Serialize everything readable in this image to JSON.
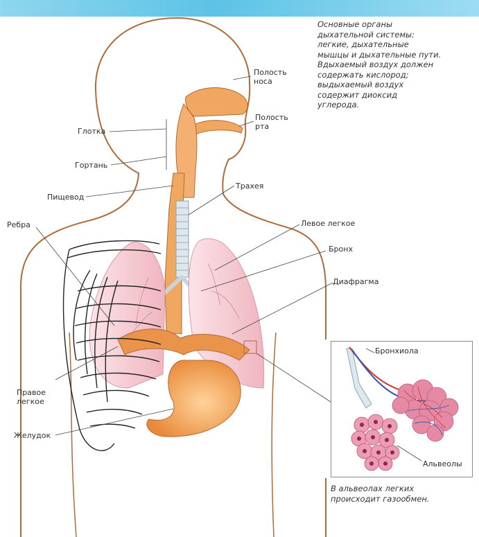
{
  "description": "Основные органы\nдыхательной системы:\nлегкие, дыхательные\nмышцы и дыхательные пути.\nВдыхаемый воздух должен\nсодержать кислород;\nвыдыхаемый воздух\nсодержит диоксид\nуглерода.",
  "labels": {
    "nasal_cavity": "Полость\nноса",
    "oral_cavity": "Полость\nрта",
    "pharynx": "Глотка",
    "larynx": "Гортань",
    "esophagus": "Пищевод",
    "trachea": "Трахея",
    "ribs": "Ребра",
    "left_lung": "Левое легкое",
    "bronchus": "Бронх",
    "diaphragm": "Диафрагма",
    "right_lung": "Правое\nлегкое",
    "stomach": "Желудок",
    "bronchiole": "Бронхиола",
    "alveoli": "Альвеолы"
  },
  "caption": "В альвеолах легких\nпроисходит газообмен.",
  "colors": {
    "body_outline": "#b06a3a",
    "airway": "#f0a860",
    "lung": "#f4c4cc",
    "alveoli": "#e58aa5",
    "vessel_red": "#d2322d",
    "vessel_blue": "#3b4fb0"
  }
}
